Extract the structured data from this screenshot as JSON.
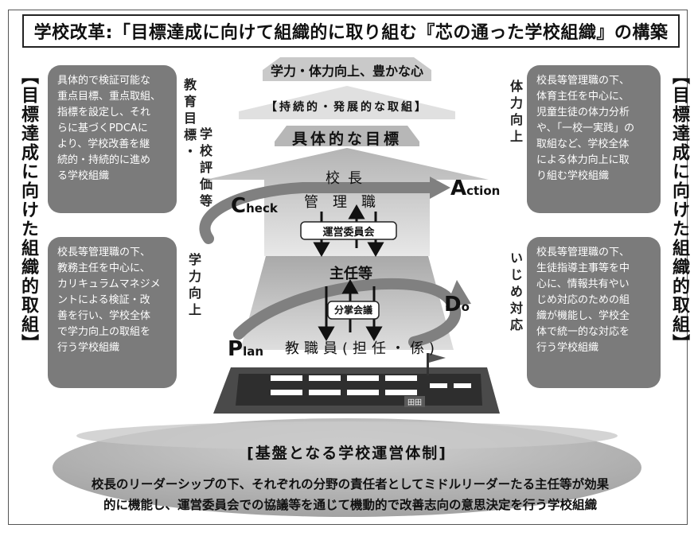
{
  "title": "学校改革:「目標達成に向けて組織的に取り組む『芯の通った学校組織』の構築",
  "side_label_left": "【目標達成に向けた組織的取組】",
  "side_label_right": "【目標達成に向けた組織的取組】",
  "left_boxes": [
    {
      "text": "具体的で検証可能な\n重点目標、重点取組、\n指標を設定し、それ\nらに基づくPDCAに\nより、学校改善を継\n続的・持続的に進め\nる学校組織"
    },
    {
      "text": "校長等管理職の下、\n教務主任を中心に、\nカリキュラムマネジメ\nントによる検証・改\n善を行い、学校全体\nで学力向上の取組を\n行う学校組織"
    }
  ],
  "right_boxes": [
    {
      "text": "校長等管理職の下、\n体育主任を中心に、\n児童生徒の体力分析\nや、「一校一実践」の\n取組など、学校全体\nによる体力向上に取\nり組む学校組織"
    },
    {
      "text": "校長等管理職の下、\n生徒指導主事等を中\n心に、情報共有やい\nじめ対応のための組\n織が機能し、学校全\n体で統一的な対応を\n行う学校組織"
    }
  ],
  "vertical_labels": {
    "education_goals": "教育目標・",
    "school_eval": "学校評価等",
    "academic": "学力向上",
    "physical": "体力向上",
    "bullying": "いじめ対応"
  },
  "center": {
    "top_goal": "学力・体力向上、豊かな心",
    "sustained": "【持続的・発展的な取組】",
    "specific_goal": "具体的な目標",
    "principal": "校長",
    "management": "管理職",
    "committee": "運営委員会",
    "chiefs": "主任等",
    "division": "分掌会議",
    "staff": "教職員(担任・係)"
  },
  "pdca": {
    "check_big": "C",
    "check_small": "heck",
    "action_big": "A",
    "action_small": "ction",
    "do_big": "D",
    "do_small": "o",
    "plan_big": "P",
    "plan_small": "lan"
  },
  "building_label": "田田",
  "base": {
    "title": "[基盤となる学校運営体制]",
    "text": "校長のリーダーシップの下、それぞれの分野の責任者としてミドルリーダーたる主任等が効果\n的に機能し、運営委員会での協議等を通じて機動的で改善志向の意思決定を行う学校組織"
  },
  "colors": {
    "box_gray": "#7b7b7b",
    "arrow_light": "#d9d9d9",
    "arrow_mid": "#bcbcbc",
    "spiral": "#808080",
    "base_fill": "#b0b0b0"
  }
}
